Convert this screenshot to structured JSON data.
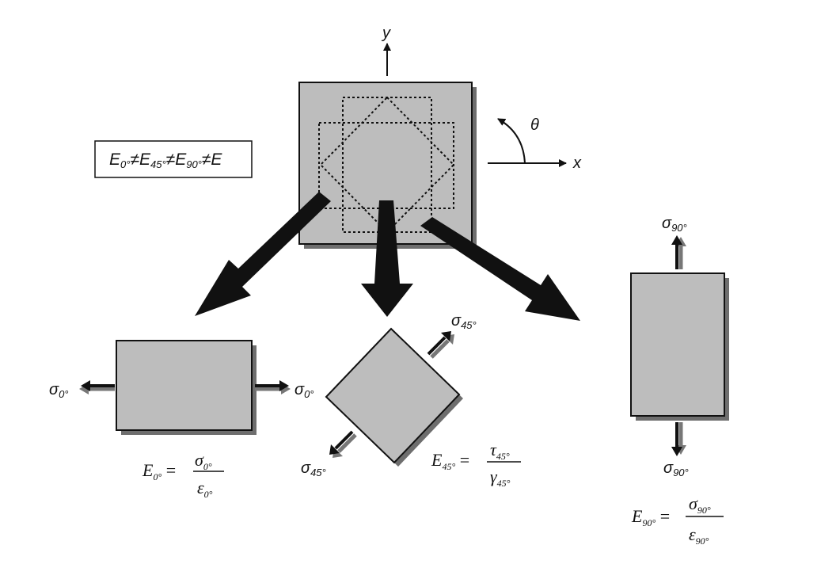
{
  "axes": {
    "x_label": "x",
    "y_label": "y",
    "angle_label": "θ"
  },
  "relation_box": {
    "symbols": [
      "E",
      "E",
      "E",
      "E"
    ],
    "subscripts": [
      "0°",
      "45°",
      "90°"
    ],
    "separator": "≠"
  },
  "specimens": {
    "zero": {
      "stress_label": "σ",
      "stress_sub": "0°"
    },
    "forty_five": {
      "stress_label": "σ",
      "stress_sub": "45°"
    },
    "ninety": {
      "stress_label": "σ",
      "stress_sub": "90°"
    }
  },
  "formulas": {
    "zero": {
      "lhs": "E",
      "lhs_sub": "0°",
      "num": "σ",
      "num_sub": "0°",
      "den": "ε",
      "den_sub": "0°"
    },
    "forty_five": {
      "lhs": "E",
      "lhs_sub": "45°",
      "num": "τ",
      "num_sub": "45°",
      "den": "γ",
      "den_sub": "45°"
    },
    "ninety": {
      "lhs": "E",
      "lhs_sub": "90°",
      "num": "σ",
      "num_sub": "90°",
      "den": "ε",
      "den_sub": "90°"
    }
  },
  "colors": {
    "specimen_fill": "#bdbdbd",
    "shadow": "#6e6e6e",
    "ink": "#111111"
  }
}
